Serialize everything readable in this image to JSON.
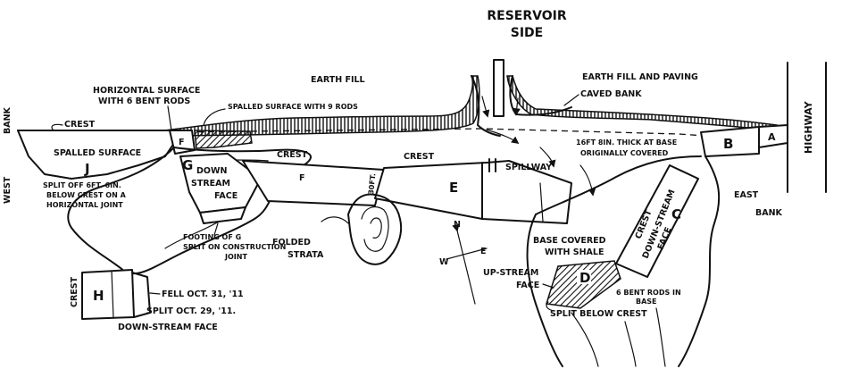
{
  "title": {
    "line1": "RESERVOIR",
    "line2": "SIDE"
  },
  "labels": {
    "west_bank_a": "WEST",
    "west_bank_b": "BANK",
    "highway": "HIGHWAY",
    "earth_fill": "EARTH FILL",
    "earth_fill_paving": "EARTH FILL AND PAVING",
    "caved_bank": "CAVED BANK",
    "horizontal_surface_1": "HORIZONTAL SURFACE",
    "horizontal_surface_2": "WITH 6 BENT RODS",
    "spalled_surface_rods": "SPALLED SURFACE WITH 9 RODS",
    "crest_west": "CREST",
    "spalled_surface": "SPALLED SURFACE",
    "split_off_1": "SPLIT OFF 6FT. 6IN.",
    "split_off_2": "BELOW CREST ON A",
    "split_off_3": "HORIZONTAL JOINT",
    "thickness_1": "16FT 8IN. THICK AT BASE",
    "thickness_2": "ORIGINALLY COVERED",
    "crest_f": "CREST",
    "crest_e": "CREST",
    "spillway": "SPILLWAY",
    "gap": "30FT.",
    "g_face_1": "DOWN",
    "g_face_2": "STREAM",
    "g_face_3": "FACE",
    "footing_1": "FOOTING OF G",
    "footing_2": "SPLIT ON CONSTRUCTION",
    "footing_3": "JOINT",
    "folded_strata_1": "FOLDED",
    "folded_strata_2": "STRATA",
    "east_bank_1": "EAST",
    "east_bank_2": "BANK",
    "crest_c": "CREST",
    "c_face_1": "DOWN-STREAM",
    "c_face_2": "FACE",
    "base_shale_1": "BASE COVERED",
    "base_shale_2": "WITH SHALE",
    "upstream_face_1": "UP-STREAM",
    "upstream_face_2": "FACE",
    "rods_base_1": "6 BENT RODS IN",
    "rods_base_2": "BASE",
    "split_below_crest": "SPLIT BELOW CREST",
    "crest_h": "CREST",
    "fell": "FELL OCT. 31, '11",
    "split_oct": "SPLIT OCT. 29, '11.",
    "h_downstream": "DOWN-STREAM FACE"
  },
  "compass": {
    "north": "N",
    "east": "E",
    "west": "W"
  },
  "blocks": {
    "a": "A",
    "b": "B",
    "c": "C",
    "d": "D",
    "e": "E",
    "f": "F",
    "f_small": "F",
    "g": "G",
    "h": "H",
    "j": "J"
  }
}
